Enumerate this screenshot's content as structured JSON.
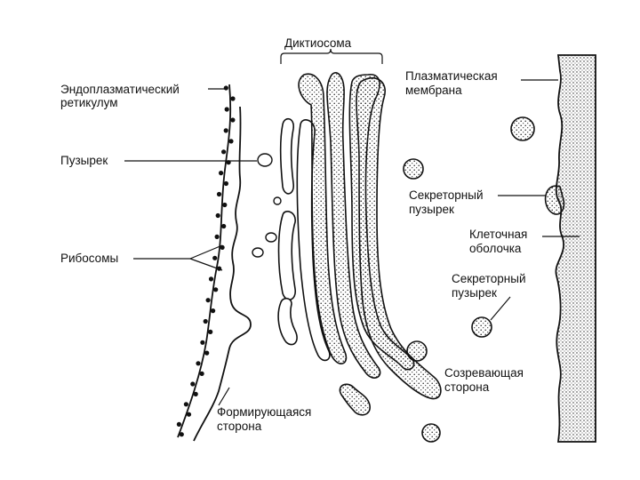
{
  "diagram": {
    "labels": {
      "dictyosome": "Диктиосома",
      "er_line1": "Эндоплазматический",
      "er_line2": "ретикулум",
      "vesicle": "Пузырек",
      "ribosomes": "Рибосомы",
      "forming_line1": "Формирующаяся",
      "forming_line2": "сторона",
      "plasma_line1": "Плазматическая",
      "plasma_line2": "мембрана",
      "secretory1_line1": "Секреторный",
      "secretory1_line2": "пузырек",
      "cellwall_line1": "Клеточная",
      "cellwall_line2": "оболочка",
      "secretory2_line1": "Секреторный",
      "secretory2_line2": "пузырек",
      "maturing_line1": "Созревающая",
      "maturing_line2": "сторона"
    }
  }
}
